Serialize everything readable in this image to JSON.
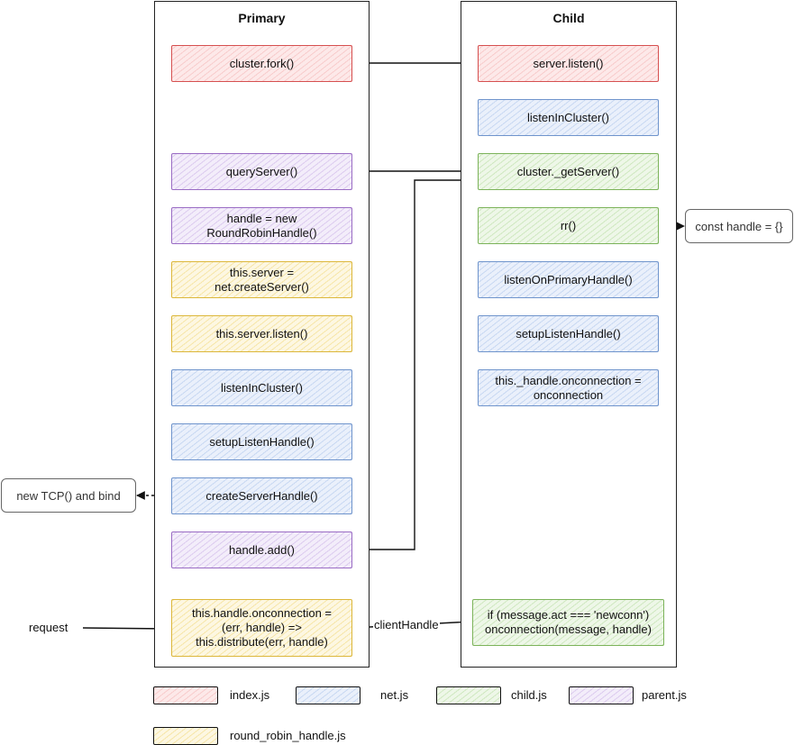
{
  "lanes": {
    "primary": {
      "title": "Primary"
    },
    "child": {
      "title": "Child"
    }
  },
  "primary_nodes": {
    "fork": "cluster.fork()",
    "query_server": "queryServer()",
    "new_handle": "handle = new\nRoundRobinHandle()",
    "create_server": "this.server =\nnet.createServer()",
    "server_listen": "this.server.listen()",
    "listen_in_cluster": "listenInCluster()",
    "setup_listen_handle": "setupListenHandle()",
    "create_server_handle": "createServerHandle()",
    "handle_add": "handle.add()",
    "onconnection": "this.handle.onconnection =\n(err, handle) =>\nthis.distribute(err, handle)"
  },
  "child_nodes": {
    "server_listen": "server.listen()",
    "listen_in_cluster": "listenInCluster()",
    "get_server": "cluster._getServer()",
    "rr": "rr()",
    "listen_on_primary_handle": "listenOnPrimaryHandle()",
    "setup_listen_handle": "setupListenHandle()",
    "onconnection_assign": "this._handle.onconnection =\nonconnection",
    "newconn": "if (message.act === 'newconn')\nonconnection(message, handle)"
  },
  "notes": {
    "const_handle": "const handle = {}",
    "tcp_bind": "new TCP() and bind"
  },
  "labels": {
    "request": "request",
    "client_handle": "clientHandle"
  },
  "legend": [
    {
      "label": "index.js",
      "color": "#d65050"
    },
    {
      "label": "net.js",
      "color": "#6f94cc"
    },
    {
      "label": "child.js",
      "color": "#7cb35a"
    },
    {
      "label": "parent.js",
      "color": "#9a6cc4"
    },
    {
      "label": "round_robin_handle.js",
      "color": "#dcb73b"
    }
  ]
}
